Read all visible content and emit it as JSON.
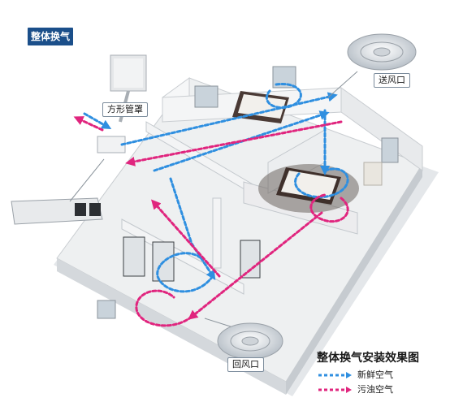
{
  "title_badge": "整体换气",
  "labels": {
    "square_duct": "方形管罩",
    "supply_vent": "送风口",
    "return_vent": "回风口"
  },
  "legend": {
    "title": "整体换气安装效果图",
    "fresh_air": "新鲜空气",
    "exhaust_air": "污浊空气"
  },
  "colors": {
    "fresh_air": "#2f8fe0",
    "exhaust_air": "#e0257e",
    "badge": "#1b4f8a"
  }
}
